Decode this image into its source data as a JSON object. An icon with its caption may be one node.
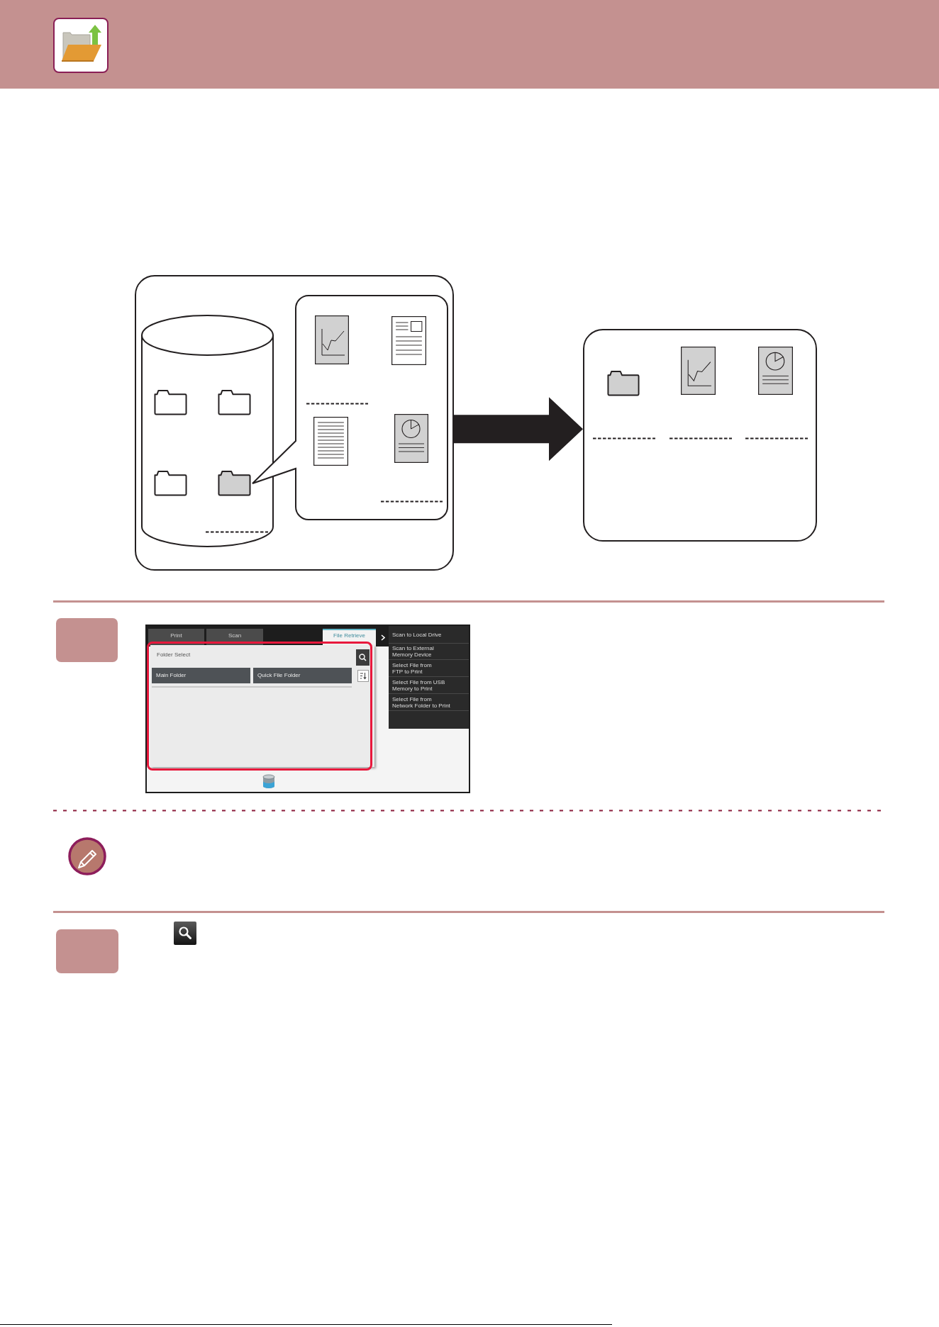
{
  "diagram": {
    "nodes": [
      {
        "text": [],
        "shape": "box"
      },
      {
        "text": [],
        "shape": "cylinder",
        "in": 0
      },
      {
        "text": [],
        "shape": "callout",
        "in": 0
      },
      {
        "text": [],
        "shape": "box"
      },
      {
        "text": [],
        "shape": "box"
      },
      {
        "text": [],
        "shape": "box"
      }
    ],
    "edges": [
      {
        "from": 0,
        "to": 3,
        "arrow": "to",
        "style": "thick"
      }
    ],
    "labels": [
      "Print",
      "Scan",
      "File Retrieve",
      "Scan to Local Drive",
      "Scan to External Memory Device",
      "Select File from FTP to Print",
      "Select File from USB Memory to Print",
      "Select File from Network Folder to Print",
      "Folder Select",
      "Main Folder",
      "Quick File Folder"
    ]
  }
}
